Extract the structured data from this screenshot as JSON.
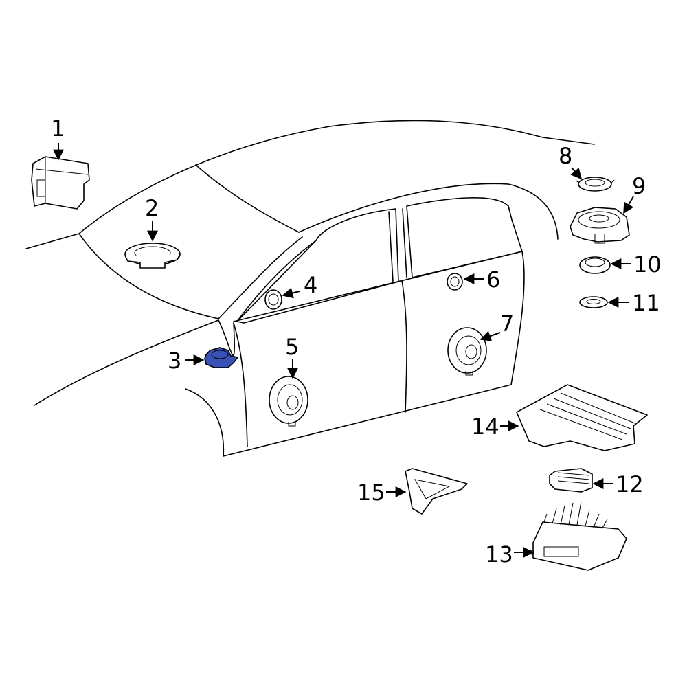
{
  "diagram": {
    "highlight_color": "#3a52b8",
    "callouts": [
      {
        "id": "1",
        "label": "1"
      },
      {
        "id": "2",
        "label": "2"
      },
      {
        "id": "3",
        "label": "3",
        "highlighted": true
      },
      {
        "id": "4",
        "label": "4"
      },
      {
        "id": "5",
        "label": "5"
      },
      {
        "id": "6",
        "label": "6"
      },
      {
        "id": "7",
        "label": "7"
      },
      {
        "id": "8",
        "label": "8"
      },
      {
        "id": "9",
        "label": "9"
      },
      {
        "id": "10",
        "label": "10"
      },
      {
        "id": "11",
        "label": "11"
      },
      {
        "id": "12",
        "label": "12"
      },
      {
        "id": "13",
        "label": "13"
      },
      {
        "id": "14",
        "label": "14"
      },
      {
        "id": "15",
        "label": "15"
      }
    ]
  }
}
